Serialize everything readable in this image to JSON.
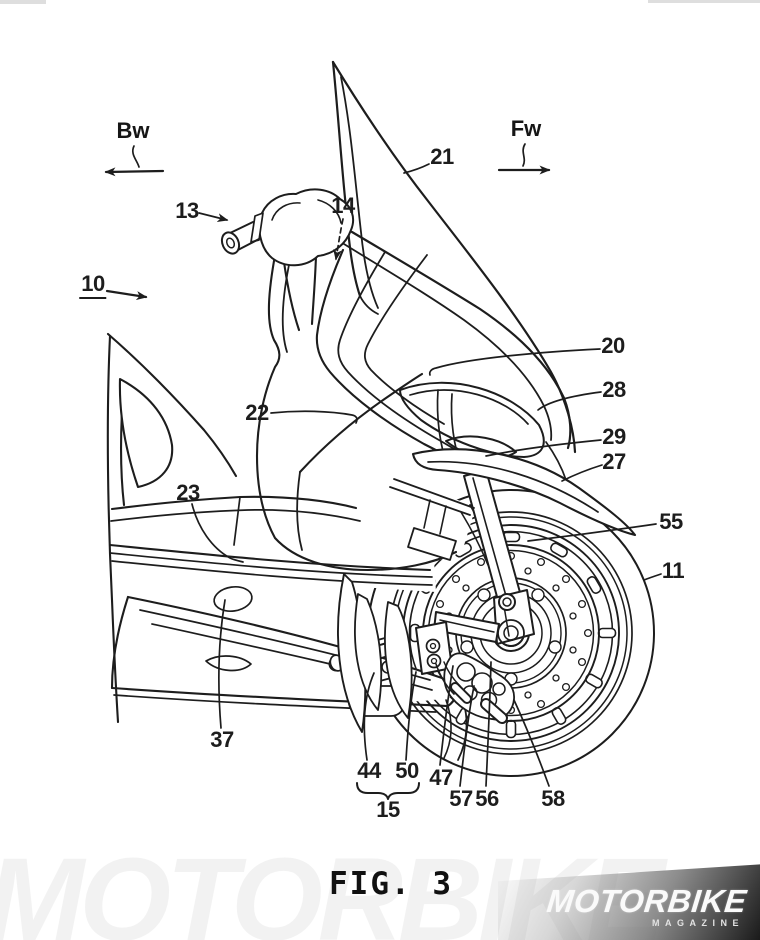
{
  "colors": {
    "line": "#1d1d1d",
    "background": "#ffffff",
    "banner_dark": "#1a1a1a",
    "logo_text": "#fafafa"
  },
  "direction_arrows": [
    {
      "label": "Bw",
      "direction": "left"
    },
    {
      "label": "Fw",
      "direction": "right"
    }
  ],
  "figure": {
    "caption": "FIG. 3"
  },
  "reference_labels": [
    {
      "text": "10",
      "underlined": true
    },
    {
      "text": "13"
    },
    {
      "text": "14"
    },
    {
      "text": "21"
    },
    {
      "text": "20"
    },
    {
      "text": "28"
    },
    {
      "text": "29"
    },
    {
      "text": "27"
    },
    {
      "text": "55"
    },
    {
      "text": "11"
    },
    {
      "text": "22"
    },
    {
      "text": "23"
    },
    {
      "text": "37"
    },
    {
      "text": "44"
    },
    {
      "text": "50"
    },
    {
      "text": "47"
    },
    {
      "text": "57"
    },
    {
      "text": "56"
    },
    {
      "text": "58"
    },
    {
      "text": "15"
    }
  ],
  "watermark": {
    "brand": "MOTORBIKE",
    "subtitle": "MAGAZINE",
    "ghost_text": "MOTORBIKE"
  }
}
